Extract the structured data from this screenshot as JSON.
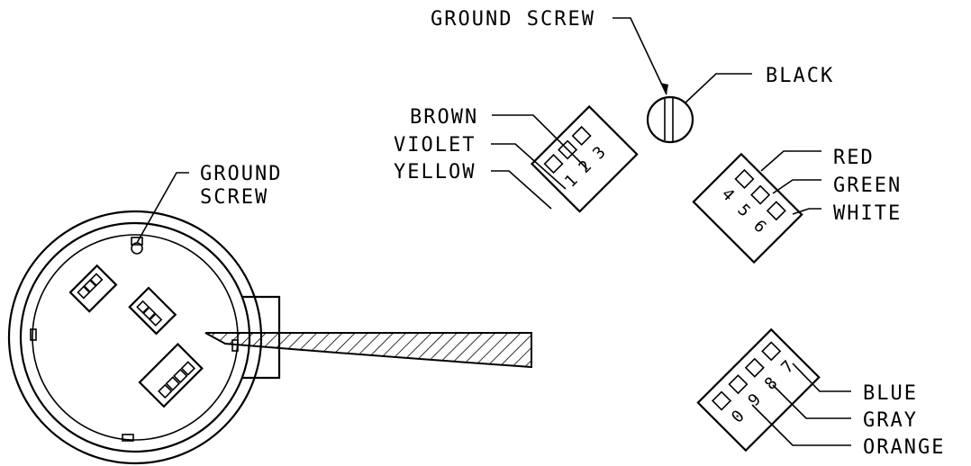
{
  "labels": {
    "ground_screw_top": "GROUND SCREW",
    "black": "BLACK",
    "brown": "BROWN",
    "violet": "VIOLET",
    "yellow": "YELLOW",
    "ground_screw_left_line1": "GROUND",
    "ground_screw_left_line2": "SCREW",
    "red": "RED",
    "green": "GREEN",
    "white": "WHITE",
    "blue": "BLUE",
    "gray": "GRAY",
    "orange": "ORANGE"
  },
  "terminals": {
    "block_a": [
      "1",
      "2",
      "3"
    ],
    "block_b": [
      "4",
      "5",
      "6"
    ],
    "block_c": [
      "7",
      "8",
      "9",
      "0"
    ]
  }
}
